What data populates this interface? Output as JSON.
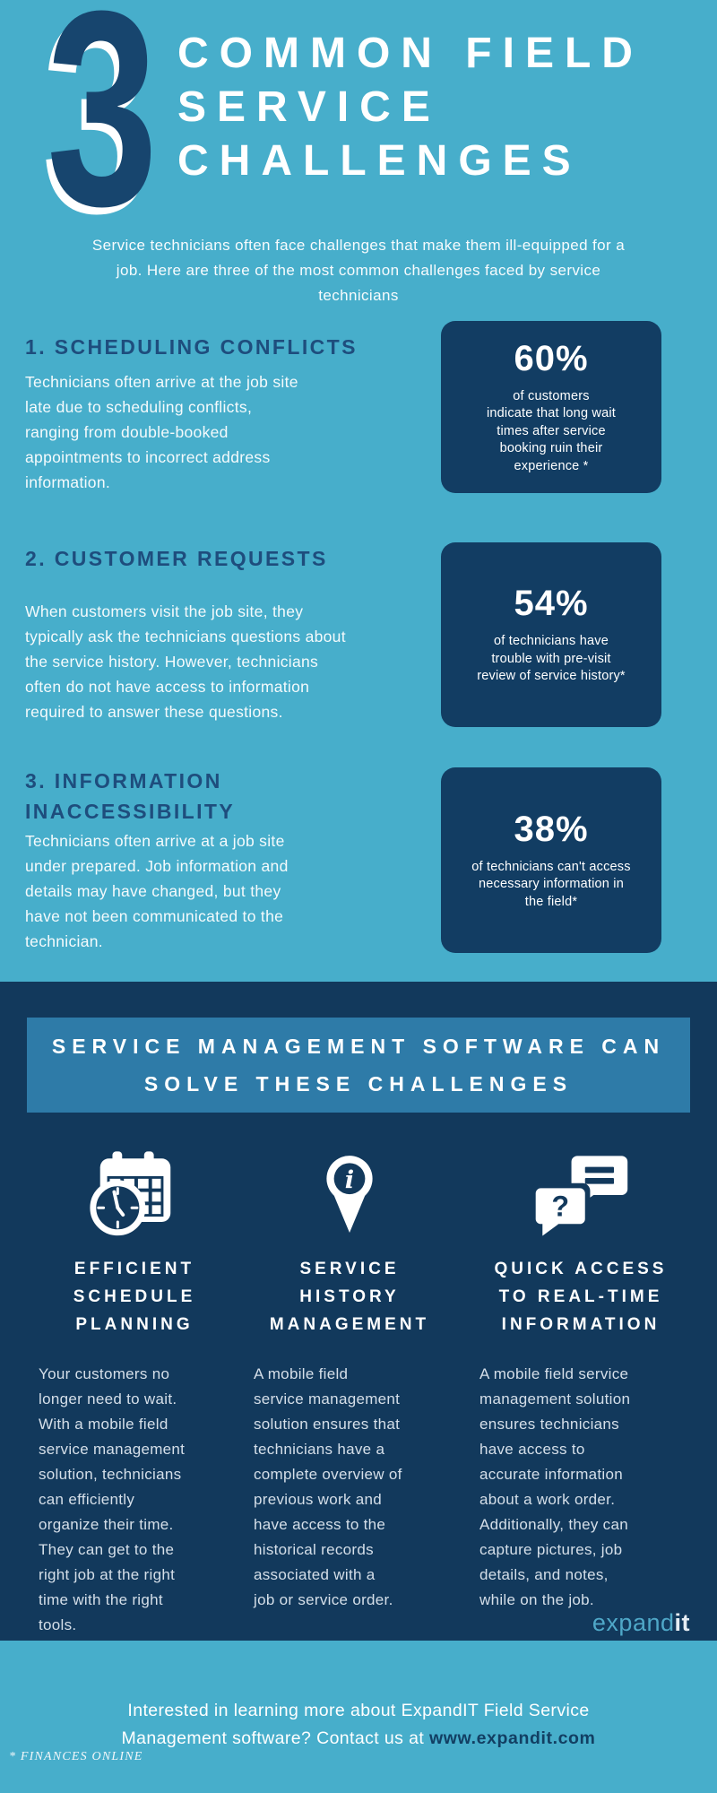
{
  "colors": {
    "background_light_blue": "#47aecb",
    "navy_section": "#12395c",
    "stat_box_navy": "#123d63",
    "banner_blue": "#2e7ba8",
    "heading_navy": "#1e4d7d",
    "link_navy": "#123f63",
    "logo_blue": "#4fa8c8",
    "text_white": "#ffffff"
  },
  "hero": {
    "number": "3",
    "title": "COMMON FIELD\nSERVICE\nCHALLENGES",
    "intro": "Service technicians often face challenges that make them ill-equipped for a\njob. Here are three of the most common challenges faced by service\ntechnicians"
  },
  "challenges": [
    {
      "heading": "1. SCHEDULING CONFLICTS",
      "body": "Technicians often arrive at the job site\nlate due to scheduling conflicts,\nranging from double-booked\nappointments to incorrect address\ninformation.",
      "stat_value": "60%",
      "stat_caption": "of customers\nindicate that long wait\ntimes after service\nbooking ruin their\nexperience *"
    },
    {
      "heading": "2. CUSTOMER REQUESTS",
      "body": "When customers visit the job site, they\ntypically ask the technicians questions about\nthe service history. However, technicians\noften do not have access to information\nrequired to answer these questions.",
      "stat_value": "54%",
      "stat_caption": "of technicians have\ntrouble with pre-visit\nreview of service history*"
    },
    {
      "heading": "3. INFORMATION\nINACCESSIBILITY",
      "body": "Technicians often arrive at a job site\nunder prepared. Job information and\ndetails may have changed, but they\nhave not been communicated to the\ntechnician.",
      "stat_value": "38%",
      "stat_caption": "of technicians can't access\nnecessary information in\nthe field*"
    }
  ],
  "solutions": {
    "banner": "SERVICE MANAGEMENT SOFTWARE CAN\nSOLVE THESE CHALLENGES",
    "columns": [
      {
        "icon": "calendar-clock-icon",
        "heading": "EFFICIENT\nSCHEDULE\nPLANNING",
        "body": "Your customers no\nlonger need to wait.\nWith a mobile field\nservice management\nsolution, technicians\ncan efficiently\norganize their time.\nThey can get to the\nright job at the right\ntime with the right\ntools."
      },
      {
        "icon": "location-pin-info-icon",
        "icon_glyph": "i",
        "heading": "SERVICE\nHISTORY\nMANAGEMENT",
        "body": "A mobile field\nservice management\nsolution ensures that\ntechnicians have a\ncomplete overview of\nprevious work and\nhave access to the\nhistorical records\nassociated with a\njob or service order."
      },
      {
        "icon": "chat-bubbles-icon",
        "icon_glyph": "?",
        "heading": "QUICK ACCESS\nTO REAL-TIME\nINFORMATION",
        "body": "A mobile field service\nmanagement solution\nensures technicians\nhave access to\naccurate information\nabout a work order.\nAdditionally, they can\ncapture pictures, job\ndetails, and notes,\nwhile on the job."
      }
    ],
    "logo": {
      "part1": "expand",
      "part2": "it"
    }
  },
  "footer": {
    "cta_prefix": "Interested in learning more about ExpandIT Field Service\nManagement software? Contact us at ",
    "cta_link": "www.expandit.com",
    "footnote": "* FINANCES ONLINE"
  }
}
